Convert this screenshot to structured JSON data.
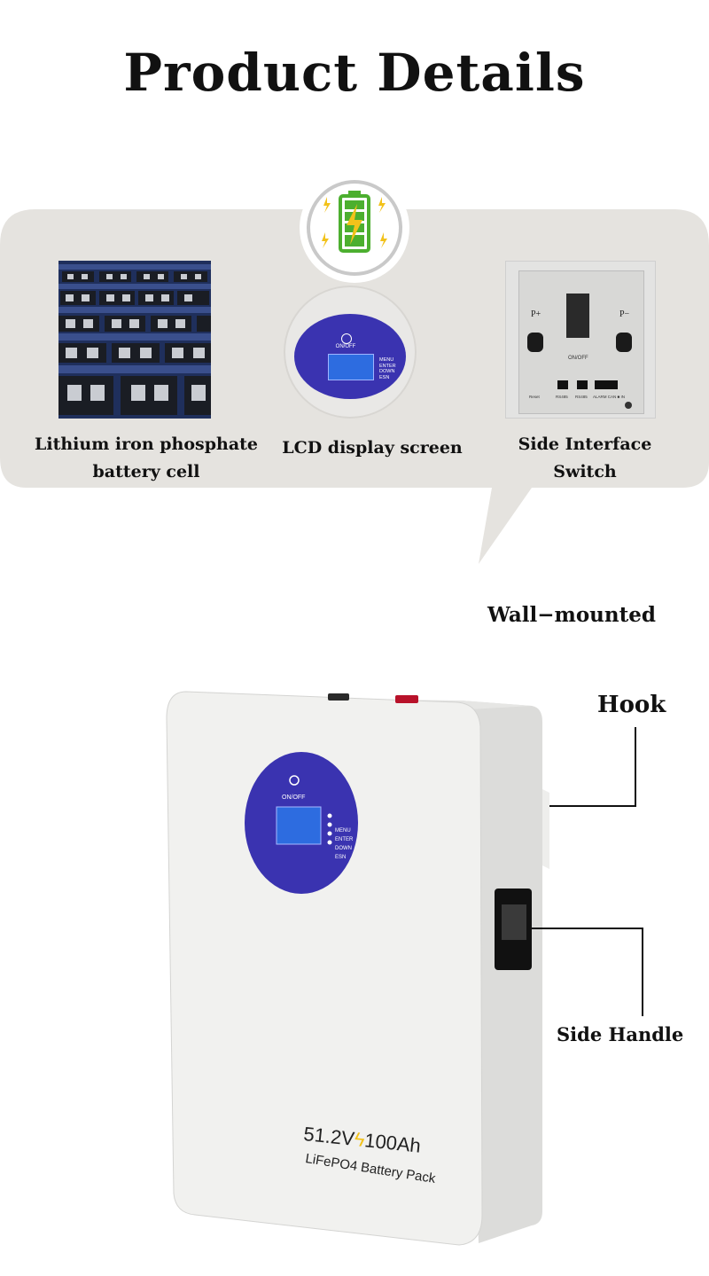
{
  "title": "Product Details",
  "features": [
    {
      "label_line1": "Lithium iron phosphate",
      "label_line2": "battery cell"
    },
    {
      "label_line1": "LCD display screen",
      "label_line2": ""
    },
    {
      "label_line1": "Side Interface",
      "label_line2": "Switch"
    }
  ],
  "lcd": {
    "power_label": "ON/OFF",
    "buttons": [
      "MENU",
      "ENTER",
      "DOWN",
      "ESN"
    ]
  },
  "interface": {
    "p_plus": "P+",
    "p_minus": "P−",
    "switch": "ON/OFF",
    "reset": "Reset",
    "ports": [
      "RS485",
      "RS485",
      "ALARM  CAN  ■ IN"
    ]
  },
  "wall_mounted": "Wall−mounted",
  "callouts": {
    "hook": "Hook",
    "side_handle": "Side Handle"
  },
  "battery_text": {
    "voltage": "51.2V",
    "capacity": "100Ah",
    "type": "LiFePO4 Battery Pack"
  },
  "colors": {
    "bubble": "#e5e3df",
    "lcd_blue": "#3a33b0",
    "accent_green": "#4caf2f",
    "bolt_yellow": "#f2c21b",
    "battery_body": "#f1f1ef"
  }
}
